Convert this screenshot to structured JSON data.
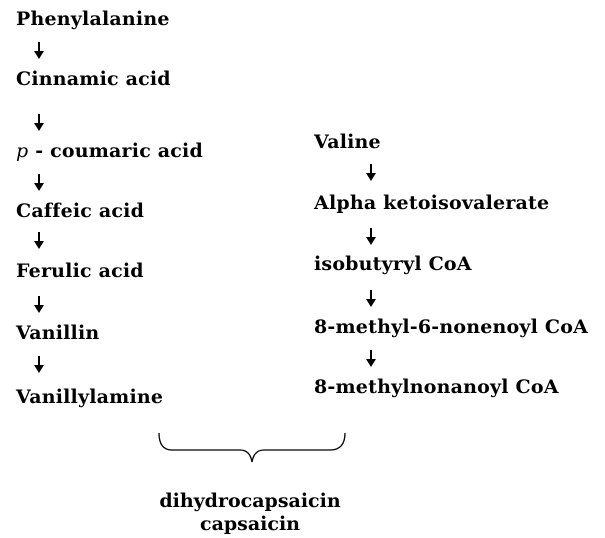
{
  "left_pathway": {
    "precursor": "Phenylalanine",
    "steps": [
      {
        "label": "Cinnamic acid"
      },
      {
        "prefix": "p",
        "label": " - coumaric acid"
      },
      {
        "label": "Caffeic acid"
      },
      {
        "label": "Ferulic acid"
      },
      {
        "label": "Vanillin"
      },
      {
        "label": "Vanillylamine"
      }
    ]
  },
  "right_pathway": {
    "precursor": "Valine",
    "steps": [
      {
        "label": "Alpha ketoisovalerate"
      },
      {
        "label": "isobutyryl CoA"
      },
      {
        "label": "8-methyl-6-nonenoyl CoA"
      },
      {
        "label": "8-methylnonanoyl CoA"
      }
    ]
  },
  "products": [
    "dihydrocapsaicin",
    "capsaicin"
  ],
  "colors": {
    "text": "#000000",
    "background": "#ffffff"
  }
}
